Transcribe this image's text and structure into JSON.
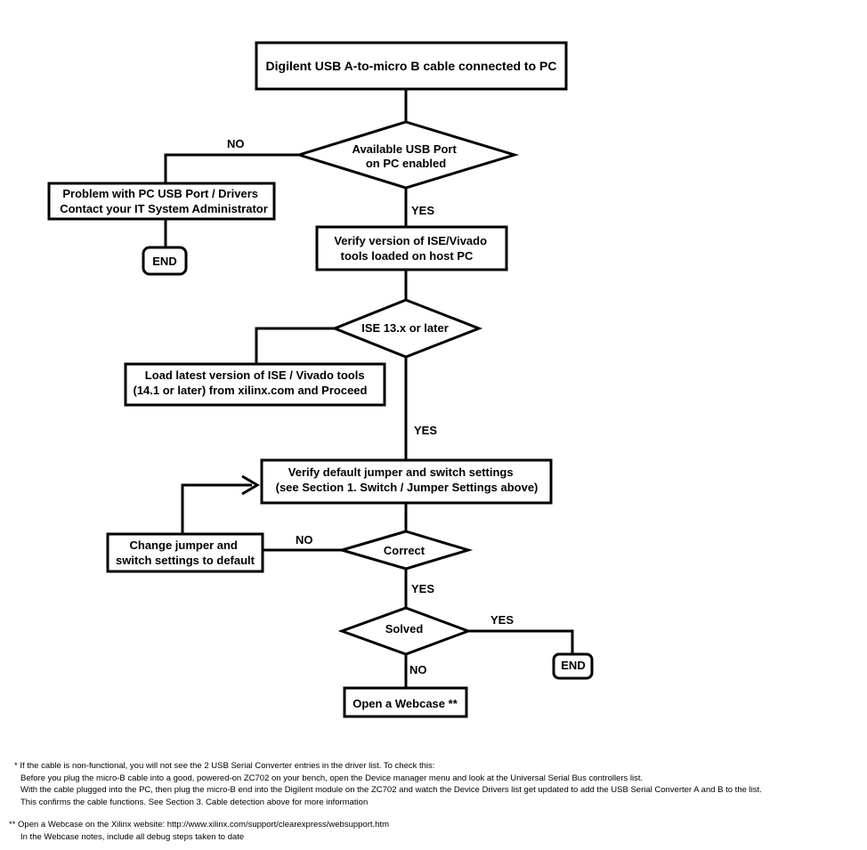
{
  "nodes": {
    "start": "Digilent USB A-to-micro B cable connected to PC",
    "usb_q": [
      "Available USB Port",
      "on PC enabled"
    ],
    "usb_problem": [
      "Problem with PC USB Port / Drivers",
      "Contact your IT System Administrator"
    ],
    "end1": "END",
    "verify_ise": [
      "Verify version of ISE/Vivado",
      "tools loaded on host PC"
    ],
    "ise_q": "ISE 13.x or later",
    "load_latest": [
      "Load latest version of ISE / Vivado tools",
      "(14.1 or later) from xilinx.com and Proceed"
    ],
    "verify_jumper": [
      "Verify default jumper and switch settings",
      "(see Section 1. Switch / Jumper Settings above)"
    ],
    "change_jumper": [
      "Change jumper and",
      "switch settings to default"
    ],
    "correct_q": "Correct",
    "solved_q": "Solved",
    "end2": "END",
    "webcase": "Open a Webcase **"
  },
  "edge_labels": {
    "usb_no": "NO",
    "usb_yes": "YES",
    "ise_yes": "YES",
    "correct_no": "NO",
    "correct_yes": "YES",
    "solved_yes": "YES",
    "solved_no": "NO"
  },
  "footnotes": {
    "note1": [
      "* If the cable is non-functional, you will not see the 2 USB Serial Converter entries in the driver list.  To check this:",
      "Before you plug the micro-B cable into a good, powered-on ZC702 on your bench, open the Device manager menu and look at the Universal Serial Bus controllers list.",
      "With the cable plugged into the PC, then plug the micro-B end into the Digilent module on the ZC702 and watch the Device Drivers list get updated to add the USB Serial Converter A and B to the list.",
      "This confirms the cable functions.  See Section 3. Cable detection above for more information"
    ],
    "note2": [
      "** Open a Webcase on the Xilinx website: http://www.xilinx.com/support/clearexpress/websupport.htm",
      "In the Webcase notes, include all debug steps taken to date"
    ]
  }
}
